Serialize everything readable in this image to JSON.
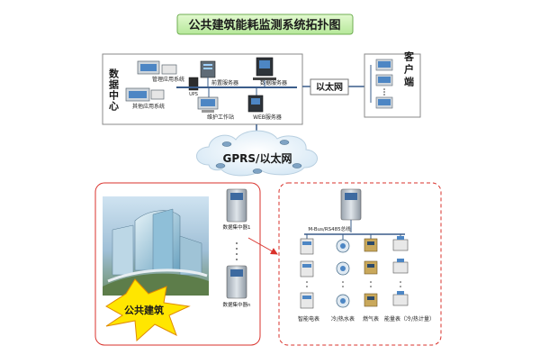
{
  "title": "公共建筑能耗监测系统拓扑图",
  "data_center": {
    "label": "数据中心",
    "sys_mgmt": "管理应用系统",
    "sys_other": "其他应用系统",
    "pre_server": "前置服务器",
    "db_server": "数据服务器",
    "maint_station": "维护工作站",
    "web_server": "WEB服务器",
    "ups": "UPS"
  },
  "ethernet_label": "以太网",
  "client": {
    "label": "客户端"
  },
  "network_cloud": "GPRS/以太网",
  "building": {
    "collector1": "数据集中器1",
    "collector2": "数据集中器n",
    "badge": "公共建筑"
  },
  "meters": {
    "bus_label": "M-Bus/RS485总线",
    "electric": "智能电表",
    "water": "冷/热水表",
    "gas": "燃气表",
    "heat": "能量表（冷/热计量）"
  },
  "colors": {
    "title_bg": "#c8f0a8",
    "panel_border": "#8a8a8a",
    "building_border": "#d9312b",
    "bus": "#3a5c8a",
    "cloud": "#e8f2fa",
    "ethernet_box": "#ffffff",
    "badge_fill": "#ffe600"
  }
}
